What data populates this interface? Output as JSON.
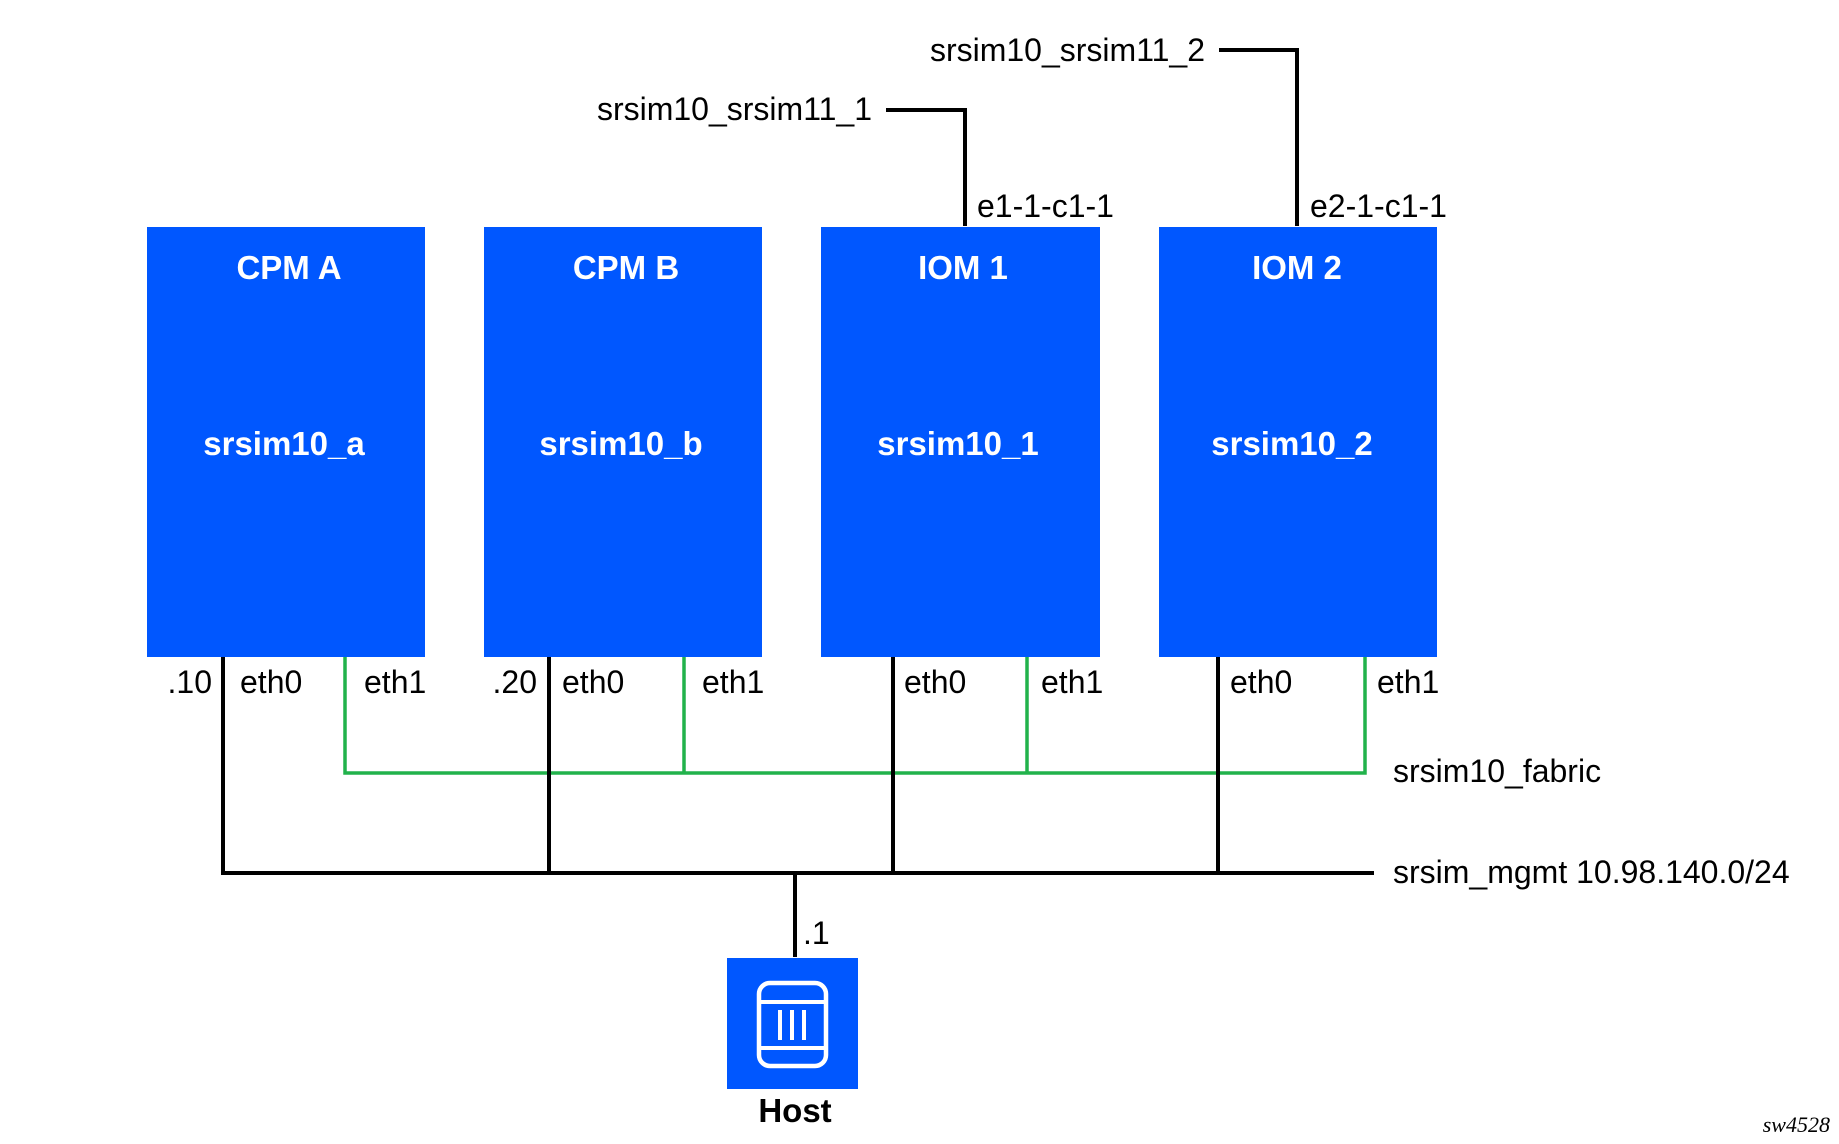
{
  "colors": {
    "box_fill": "#0057ff",
    "mgmt_line": "#000000",
    "fabric_line": "#21b24b",
    "text": "#000000"
  },
  "cards": [
    {
      "title": "CPM A",
      "name": "srsim10_a",
      "ip": ".10",
      "eth0": "eth0",
      "eth1": "eth1"
    },
    {
      "title": "CPM B",
      "name": "srsim10_b",
      "ip": ".20",
      "eth0": "eth0",
      "eth1": "eth1"
    },
    {
      "title": "IOM 1",
      "name": "srsim10_1",
      "port": "e1-1-c1-1",
      "link": "srsim10_srsim11_1",
      "eth0": "eth0",
      "eth1": "eth1"
    },
    {
      "title": "IOM 2",
      "name": "srsim10_2",
      "port": "e2-1-c1-1",
      "link": "srsim10_srsim11_2",
      "eth0": "eth0",
      "eth1": "eth1"
    }
  ],
  "networks": {
    "fabric": "srsim10_fabric",
    "mgmt": "srsim_mgmt 10.98.140.0/24"
  },
  "host": {
    "label": "Host",
    "ip": ".1",
    "icon": "server-icon"
  },
  "figure_tag": "sw4528"
}
